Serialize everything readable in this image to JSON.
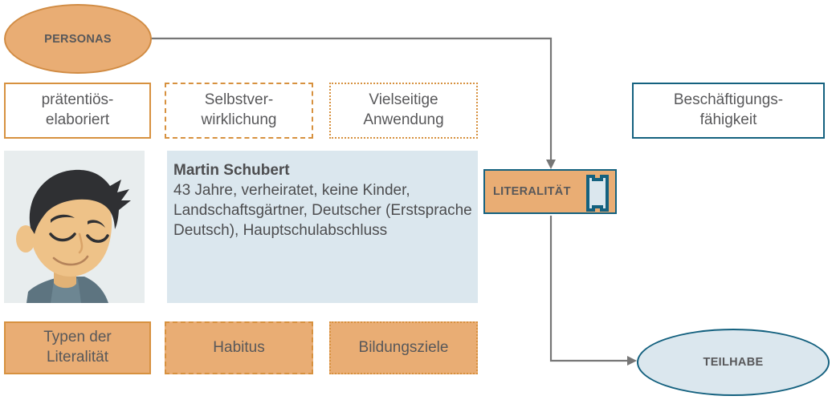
{
  "diagram": {
    "title_node": {
      "label": "PERSONAS"
    },
    "outcome_node": {
      "label": "TEILHABE"
    },
    "central_node": {
      "label": "LITERALITÄT",
      "icon": "book-icon"
    },
    "employability": {
      "label": "Beschäftigungs-\nfähigkeit"
    },
    "attributes_top": [
      {
        "label": "prätentiös-\nelaboriert",
        "border": "solid"
      },
      {
        "label": "Selbstver-\nwirklichung",
        "border": "dashed"
      },
      {
        "label": "Vielseitige\nAnwendung",
        "border": "dotted"
      }
    ],
    "attributes_bottom": [
      {
        "label": "Typen der\nLiteralität",
        "border": "solid"
      },
      {
        "label": "Habitus",
        "border": "dashed"
      },
      {
        "label": "Bildungsziele",
        "border": "dotted"
      }
    ],
    "persona": {
      "avatar_alt": "avatar-illustration-male",
      "name": "Martin Schubert",
      "description": "43 Jahre, verheiratet, keine Kinder, Landschaftsgärtner, Deutscher (Erstsprache Deutsch), Hauptschulabschluss"
    },
    "colors": {
      "orange_fill": "#e9ad74",
      "orange_stroke": "#d7913f",
      "blue_stroke": "#14617f",
      "blue_fill": "#dbe7ee",
      "text": "#58585a",
      "connector": "#767676"
    }
  }
}
